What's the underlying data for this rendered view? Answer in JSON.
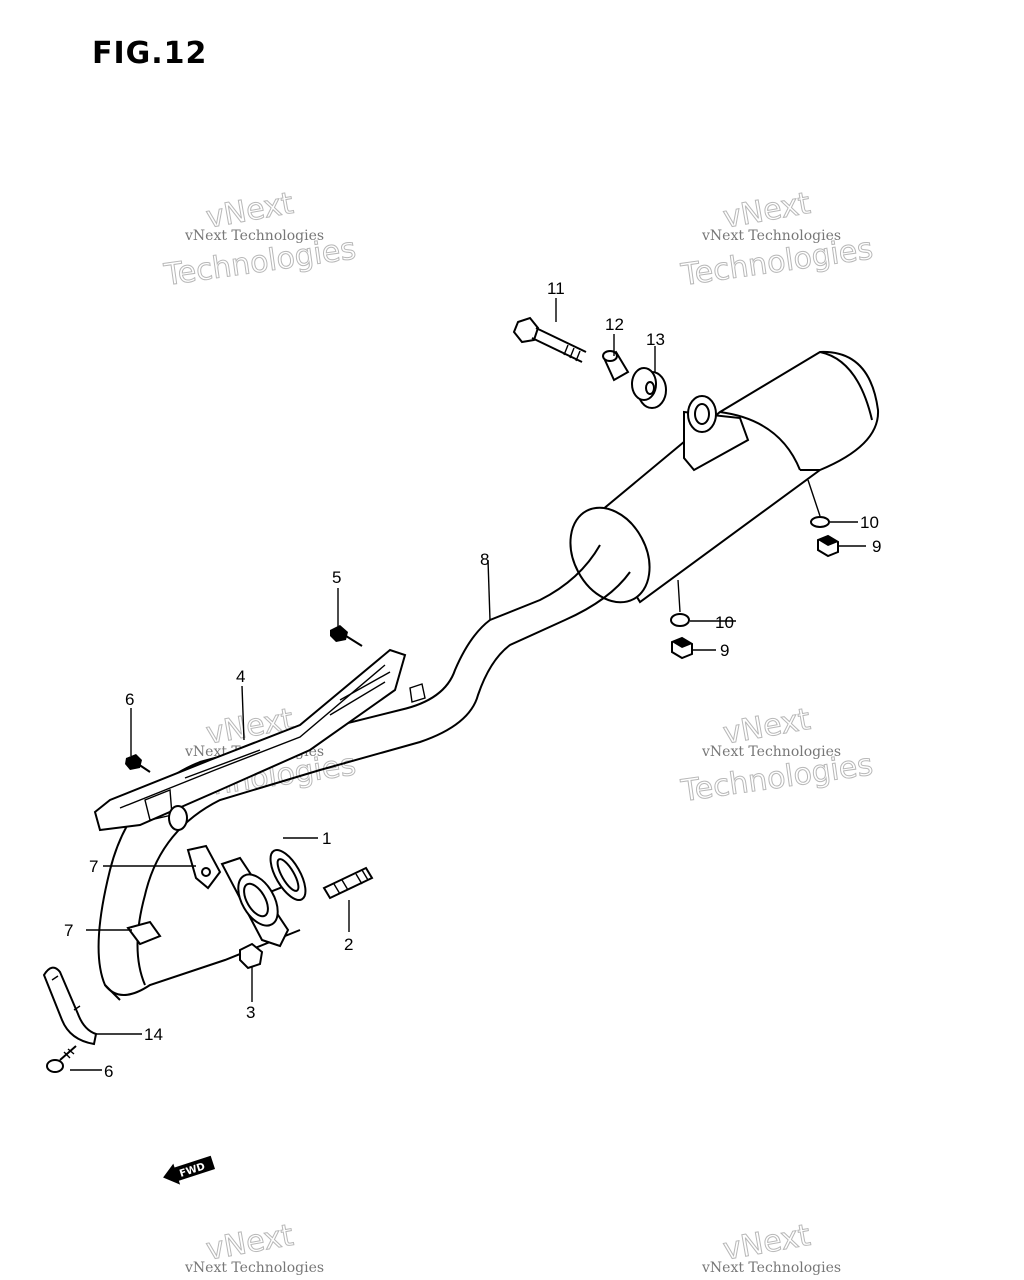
{
  "figure_title": "FIG.12",
  "watermark": {
    "line1": "vNext Technologies",
    "line2": "vNext",
    "line3": "Technologies"
  },
  "callouts": [
    "1",
    "2",
    "3",
    "4",
    "5",
    "6",
    "7",
    "8",
    "9",
    "10",
    "11",
    "12",
    "13",
    "14"
  ],
  "direction_marker": "FWD"
}
